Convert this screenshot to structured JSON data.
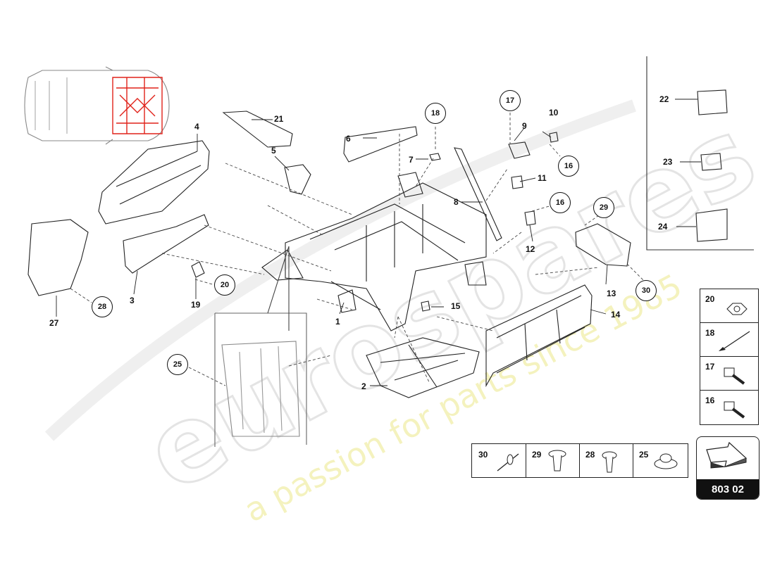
{
  "diagram": {
    "part_labels": {
      "p1": "1",
      "p2": "2",
      "p3": "3",
      "p4": "4",
      "p5": "5",
      "p6": "6",
      "p7": "7",
      "p8": "8",
      "p9": "9",
      "p10": "10",
      "p11": "11",
      "p12": "12",
      "p13": "13",
      "p14": "14",
      "p15": "15",
      "p19": "19",
      "p21": "21",
      "p27": "27"
    },
    "callouts": {
      "c16a": "16",
      "c16b": "16",
      "c17": "17",
      "c18": "18",
      "c20": "20",
      "c25": "25",
      "c28": "28",
      "c29": "29",
      "c30": "30"
    },
    "right_panel": {
      "a": "22",
      "b": "23",
      "c": "24"
    },
    "fastener_legend_vertical": [
      "20",
      "18",
      "17",
      "16"
    ],
    "fastener_legend_horizontal": [
      "30",
      "29",
      "28",
      "25"
    ],
    "diagram_code": "803 02",
    "watermark": {
      "brand": "eurospares",
      "tagline": "a passion for parts since 1985"
    },
    "colors": {
      "line": "#222222",
      "highlight": "#e0221a",
      "watermark_brand": "#e6e6e6",
      "watermark_tagline": "#f2f0a6"
    }
  }
}
